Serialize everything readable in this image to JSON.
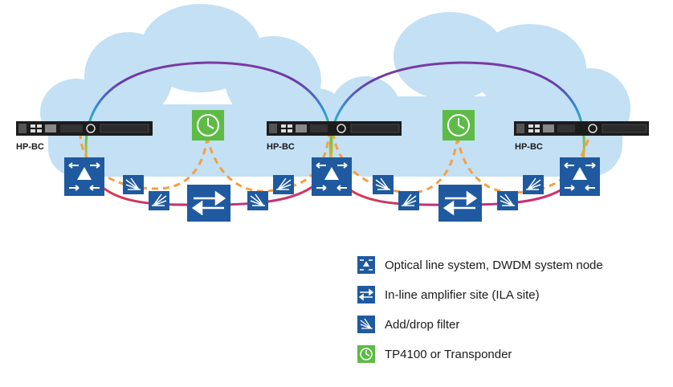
{
  "nodes": {
    "left_label": "HP-BC",
    "center_label": "HP-BC",
    "right_label": "HP-BC"
  },
  "legend": [
    {
      "icon": "optical-line-system-icon",
      "text": "Optical line system, DWDM system node"
    },
    {
      "icon": "ila-amplifier-icon",
      "text": "In-line amplifier site (ILA site)"
    },
    {
      "icon": "add-drop-filter-icon",
      "text": "Add/drop filter"
    },
    {
      "icon": "transponder-icon",
      "text": "TP4100 or Transponder"
    }
  ],
  "colors": {
    "cloud": "#c3e0f4",
    "icon_blue": "#1f5aa0",
    "transponder_green": "#5dbb46",
    "dashed_orange": "#f4a040",
    "ring_gradient": [
      "#f0b429",
      "#6abf4b",
      "#2b7fc9",
      "#6a3aa8"
    ],
    "bottom_ring": [
      "#e23d3d",
      "#b0308c",
      "#d8345f"
    ]
  }
}
